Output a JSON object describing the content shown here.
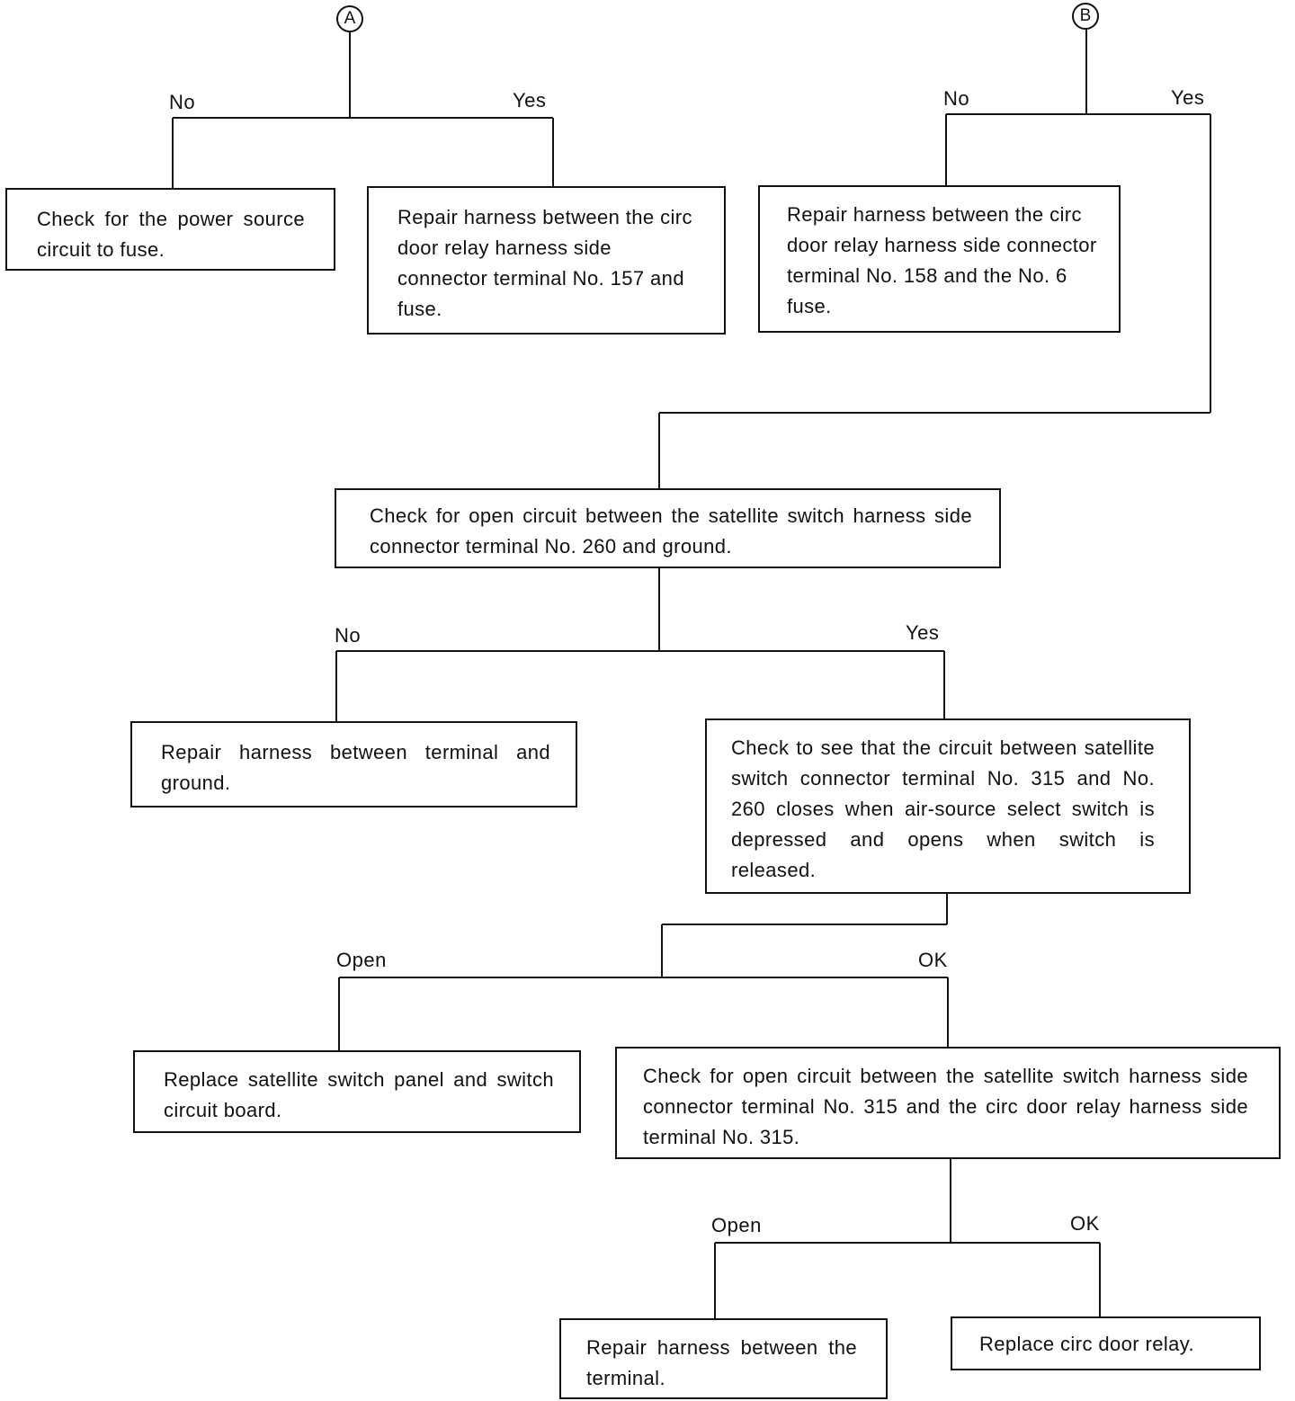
{
  "connectors": {
    "a": "A",
    "b": "B"
  },
  "branches": {
    "a_no": "No",
    "a_yes": "Yes",
    "b_no": "No",
    "b_yes": "Yes",
    "c_no": "No",
    "c_yes": "Yes",
    "d_open": "Open",
    "d_ok": "OK",
    "e_open": "Open",
    "e_ok": "OK"
  },
  "boxes": {
    "power_source": "Check for the power source circuit to fuse.",
    "repair_157": "Repair harness between the circ door relay harness side connector terminal No. 157 and fuse.",
    "repair_158": "Repair harness between the circ door relay harness side connector terminal No. 158 and the No. 6 fuse.",
    "check_260": "Check for open circuit between the satellite switch harness side connector terminal No. 260 and ground.",
    "repair_ground": "Repair harness between terminal and ground.",
    "check_315_260": "Check to see that the circuit between satellite switch connector terminal No. 315 and No. 260 closes when air-source select switch is depressed and opens when switch is released.",
    "replace_panel": "Replace satellite switch panel and switch circuit board.",
    "check_315_relay": "Check for open circuit between the satellite switch harness side connector terminal No. 315 and the circ door relay harness side terminal No. 315.",
    "repair_terminal": "Repair harness between the terminal.",
    "replace_relay": "Replace circ door relay."
  }
}
